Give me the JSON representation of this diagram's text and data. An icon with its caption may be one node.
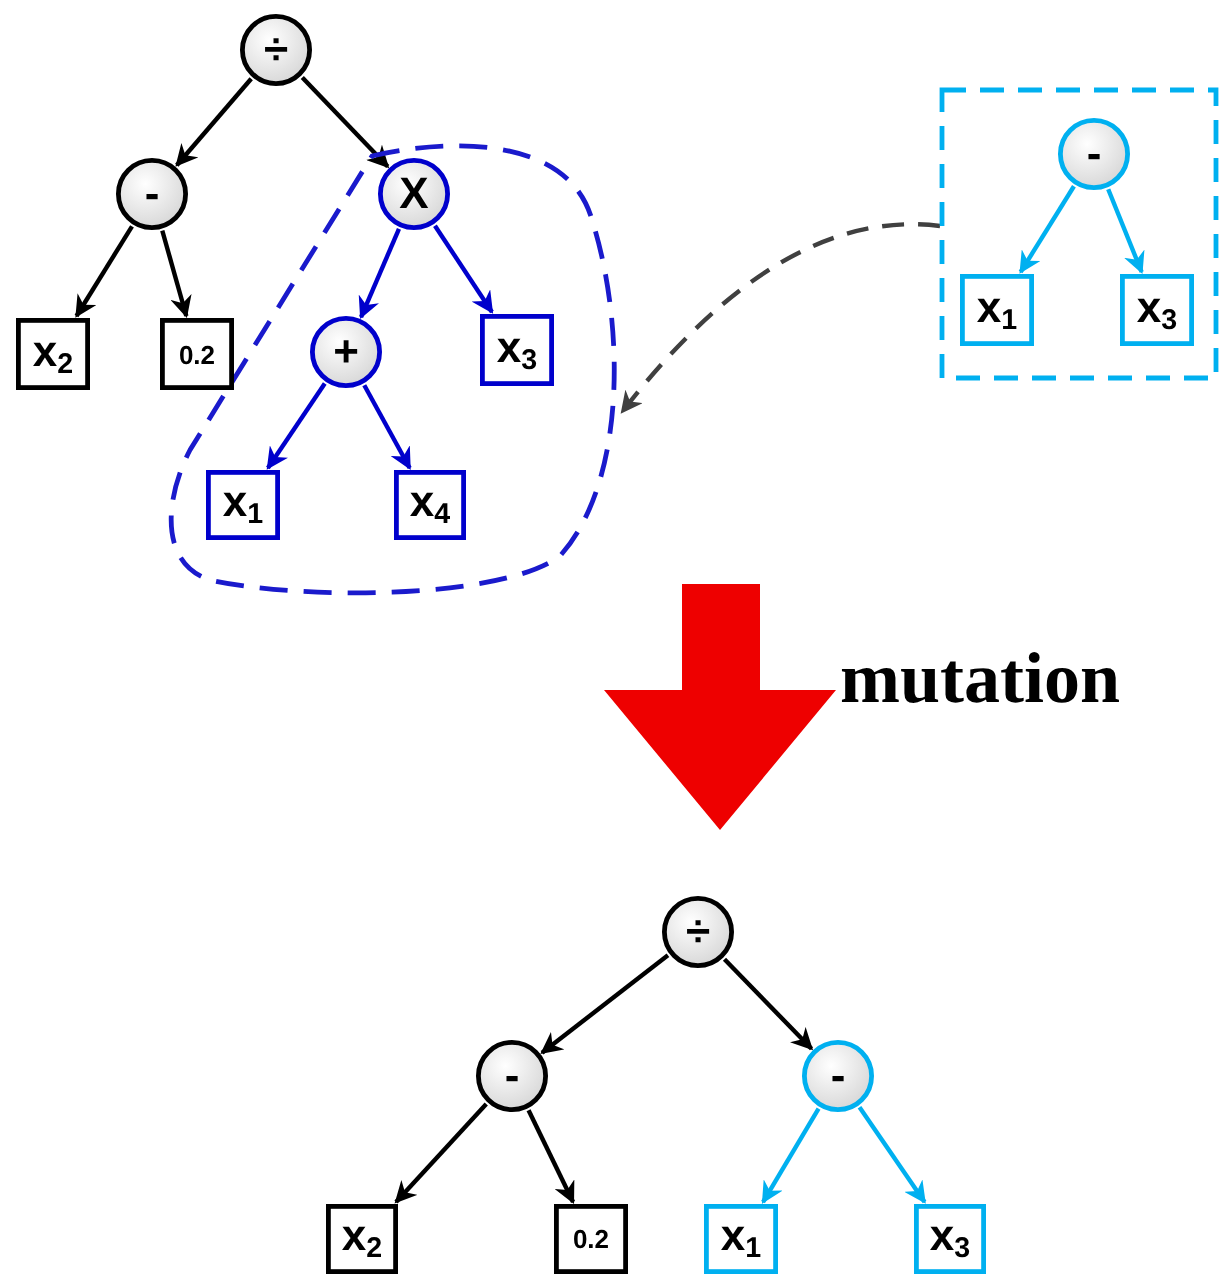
{
  "diagram": {
    "nodes": [
      {
        "text": [
          "÷"
        ]
      },
      {
        "text": [
          "-"
        ]
      },
      {
        "text": [],
        "shape": "oval"
      },
      {
        "text": [
          "X"
        ],
        "in": 2
      },
      {
        "text": [
          "x$_{2}$"
        ]
      },
      {
        "text": [
          "0.2"
        ]
      },
      {
        "text": [
          "+"
        ],
        "in": 2
      },
      {
        "text": [
          "x$_{3}$"
        ],
        "in": 2
      },
      {
        "text": [
          "x$_{1}$"
        ],
        "in": 2
      },
      {
        "text": [
          "x$_{4}$"
        ],
        "in": 2
      },
      {
        "text": [],
        "shape": "box"
      },
      {
        "text": [
          "-"
        ],
        "in": 10
      },
      {
        "text": [
          "x$_{1}$"
        ],
        "in": 10
      },
      {
        "text": [
          "x$_{3}$"
        ],
        "in": 10
      },
      {
        "text": [
          "÷"
        ]
      },
      {
        "text": [
          "-"
        ]
      },
      {
        "text": [
          "-"
        ]
      },
      {
        "text": [
          "x$_{2}$"
        ]
      },
      {
        "text": [
          "0.2"
        ]
      },
      {
        "text": [
          "x$_{1}$"
        ]
      },
      {
        "text": [
          "x$_{3}$"
        ]
      }
    ],
    "edges": [
      {
        "from": 0,
        "to": 1,
        "arrow": "to"
      },
      {
        "from": 0,
        "to": 3,
        "arrow": "to"
      },
      {
        "from": 1,
        "to": 4,
        "arrow": "to"
      },
      {
        "from": 1,
        "to": 5,
        "arrow": "to"
      },
      {
        "from": 3,
        "to": 6,
        "arrow": "to",
        "color": "#0000cc"
      },
      {
        "from": 3,
        "to": 7,
        "arrow": "to",
        "color": "#0000cc"
      },
      {
        "from": 6,
        "to": 8,
        "arrow": "to",
        "color": "#0000cc"
      },
      {
        "from": 6,
        "to": 9,
        "arrow": "to",
        "color": "#0000cc"
      },
      {
        "from": 11,
        "to": 12,
        "arrow": "to",
        "color": "#00b0f0"
      },
      {
        "from": 11,
        "to": 13,
        "arrow": "to",
        "color": "#00b0f0"
      },
      {
        "from": 10,
        "to": 2,
        "arrow": "to",
        "style": "dashed",
        "color": "#404040"
      },
      {
        "from": 14,
        "to": 15,
        "arrow": "to"
      },
      {
        "from": 14,
        "to": 16,
        "arrow": "to"
      },
      {
        "from": 15,
        "to": 17,
        "arrow": "to"
      },
      {
        "from": 15,
        "to": 18,
        "arrow": "to"
      },
      {
        "from": 16,
        "to": 19,
        "arrow": "to",
        "color": "#00b0f0"
      },
      {
        "from": 16,
        "to": 20,
        "arrow": "to",
        "color": "#00b0f0"
      }
    ],
    "labels": [
      "mutation"
    ]
  }
}
